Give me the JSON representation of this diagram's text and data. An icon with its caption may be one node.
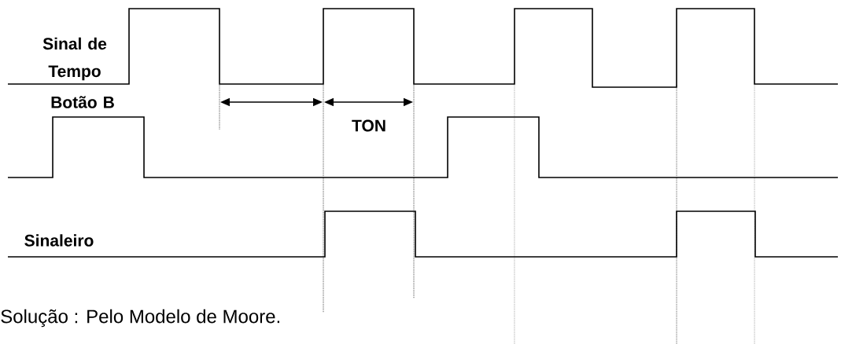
{
  "diagram": {
    "caption": "Solução : Pelo Modelo de Moore.",
    "labels": [
      "Sinal de Tempo",
      "Botão B",
      "TON",
      "Sinaleiro"
    ]
  }
}
